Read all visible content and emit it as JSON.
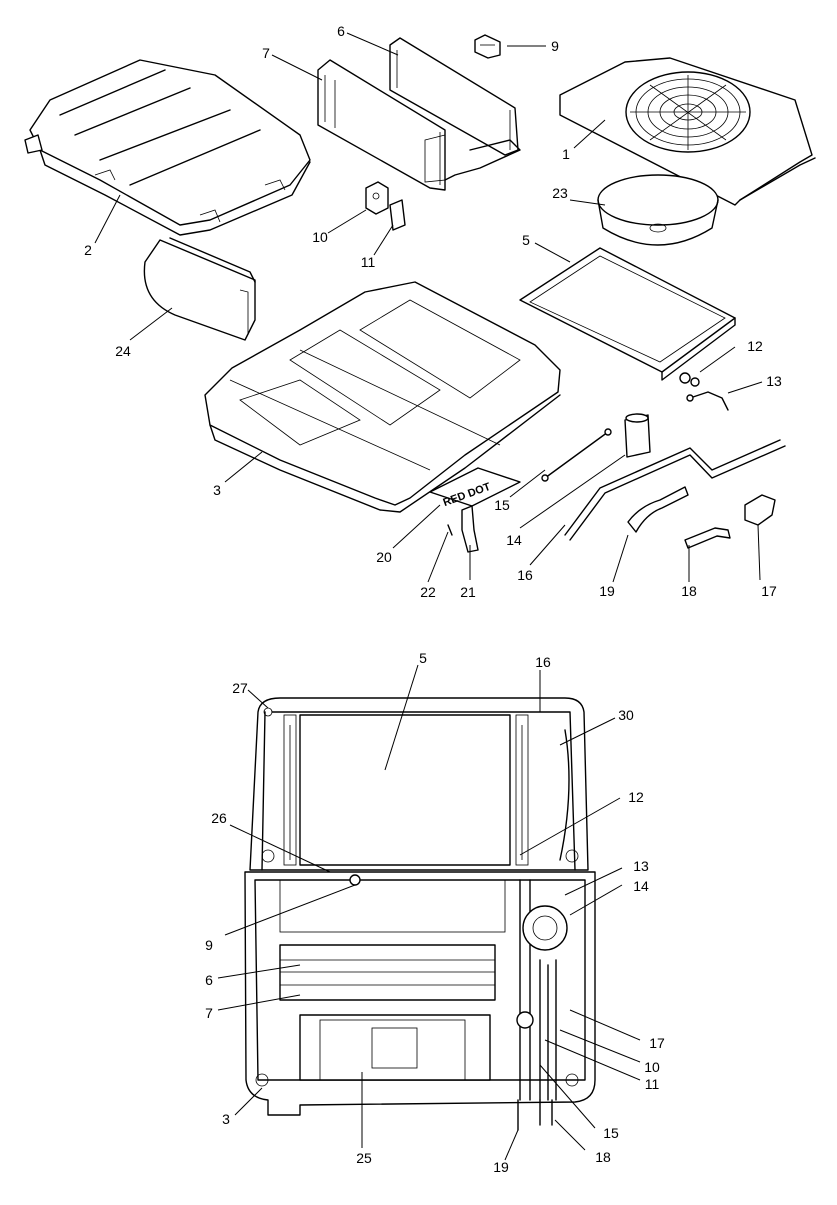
{
  "top_view": {
    "callouts": {
      "c1": "1",
      "c2": "2",
      "c3": "3",
      "c5": "5",
      "c6": "6",
      "c7": "7",
      "c9": "9",
      "c10": "10",
      "c11": "11",
      "c12": "12",
      "c13": "13",
      "c14": "14",
      "c15": "15",
      "c16": "16",
      "c17": "17",
      "c18": "18",
      "c19": "19",
      "c20": "20",
      "c21": "21",
      "c22": "22",
      "c23": "23",
      "c24": "24"
    },
    "nameplate": "RED DOT"
  },
  "bottom_view": {
    "callouts": {
      "c3": "3",
      "c5": "5",
      "c6": "6",
      "c7": "7",
      "c9": "9",
      "c10": "10",
      "c11": "11",
      "c12": "12",
      "c13": "13",
      "c14": "14",
      "c15": "15",
      "c16": "16",
      "c17": "17",
      "c18": "18",
      "c19": "19",
      "c25": "25",
      "c26": "26",
      "c27": "27",
      "c30": "30"
    }
  }
}
